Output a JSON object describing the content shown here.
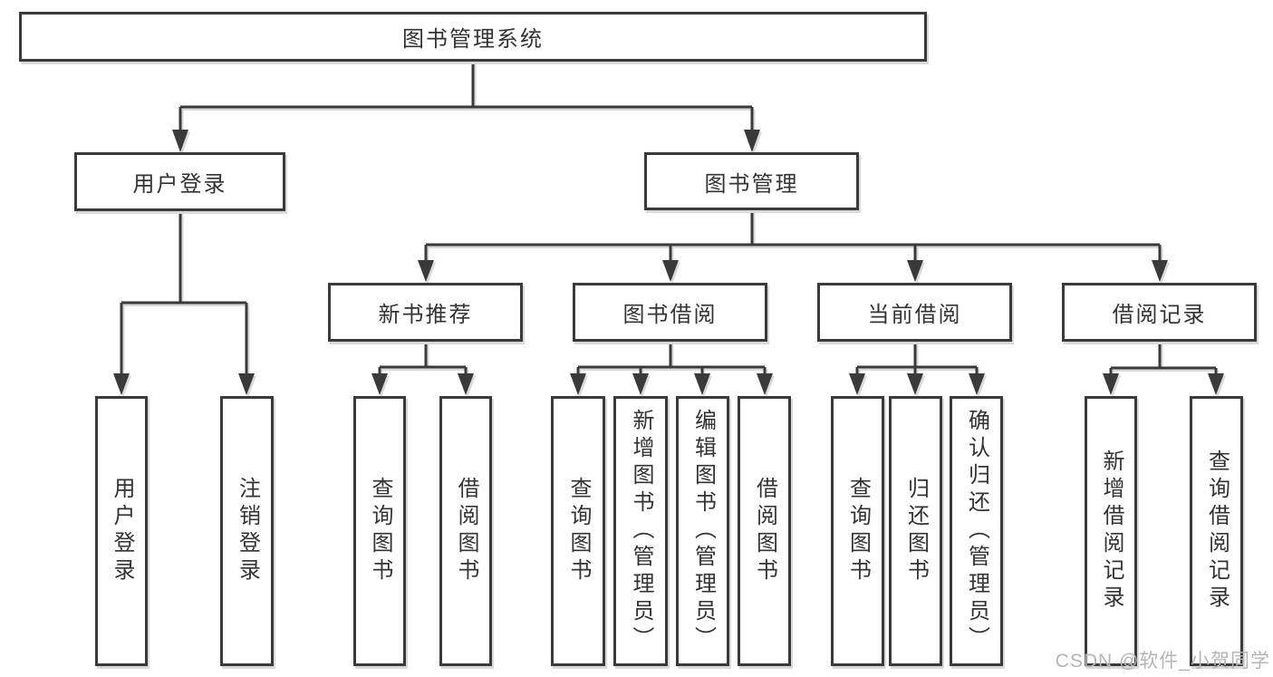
{
  "diagram": {
    "title": "图书管理系统",
    "branches": [
      {
        "label": "用户登录",
        "children": [
          {
            "label": "用户登录"
          },
          {
            "label": "注销登录"
          }
        ]
      },
      {
        "label": "图书管理",
        "children": [
          {
            "label": "新书推荐",
            "children": [
              {
                "label": "查询图书"
              },
              {
                "label": "借阅图书"
              }
            ]
          },
          {
            "label": "图书借阅",
            "children": [
              {
                "label": "查询图书"
              },
              {
                "label": "新增图书（管理员）"
              },
              {
                "label": "编辑图书（管理员）"
              },
              {
                "label": "借阅图书"
              }
            ]
          },
          {
            "label": "当前借阅",
            "children": [
              {
                "label": "查询图书"
              },
              {
                "label": "归还图书"
              },
              {
                "label": "确认归还（管理员）"
              }
            ]
          },
          {
            "label": "借阅记录",
            "children": [
              {
                "label": "新增借阅记录"
              },
              {
                "label": "查询借阅记录"
              }
            ]
          }
        ]
      }
    ]
  },
  "watermark": {
    "text": "CSDN @软件_小贺同学"
  },
  "colors": {
    "line": "#3a3a3a",
    "line_shadow": "#d9d9d9",
    "box_background": "#ffffff",
    "text": "#333333",
    "watermark": "#b5b5b5"
  }
}
